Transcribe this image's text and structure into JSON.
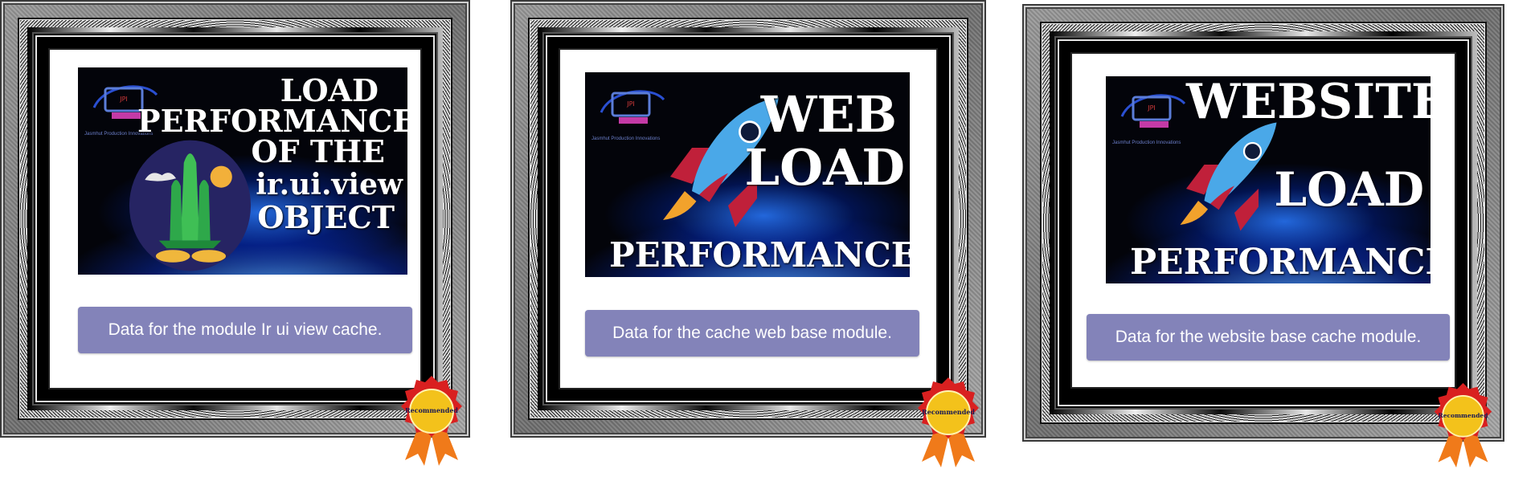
{
  "colors": {
    "button_bg": "#8383b9",
    "button_text": "#ffffff",
    "badge_red": "#d92020",
    "badge_gold": "#f3c21b",
    "poster_blue": "#1f6cff"
  },
  "cards": [
    {
      "poster_title_lines": [
        "LOAD",
        "PERFORMANCE",
        "OF THE",
        "ir.ui.view",
        "OBJECT"
      ],
      "poster_icon": "space-shuttle-icon",
      "logo_caption": "Jasmhut Production Innovations",
      "description": "Data for the module Ir ui view cache.",
      "badge_label": "Recommended"
    },
    {
      "poster_title_lines": [
        "WEB",
        "LOAD",
        "PERFORMANCE"
      ],
      "poster_icon": "rocket-icon",
      "logo_caption": "Jasmhut Production Innovations",
      "description": "Data for the cache web base module.",
      "badge_label": "Recommended"
    },
    {
      "poster_title_lines": [
        "WEBSITE",
        "LOAD",
        "PERFORMANCE"
      ],
      "poster_icon": "rocket-icon",
      "logo_caption": "Jasmhut Production Innovations",
      "description": "Data for the website base cache module.",
      "badge_label": "Recommended"
    }
  ]
}
